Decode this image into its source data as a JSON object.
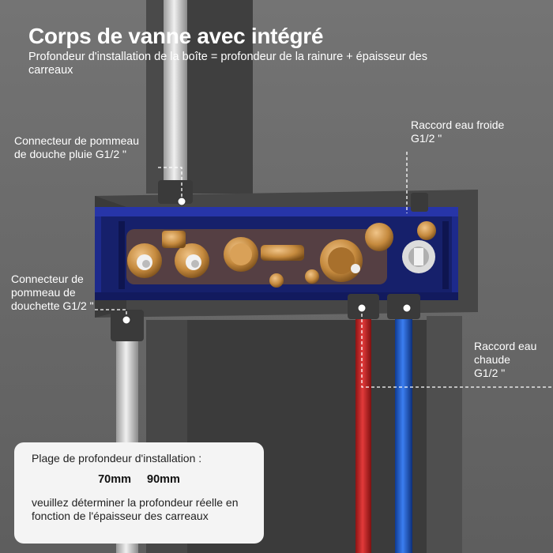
{
  "title": "Corps de vanne avec intégré",
  "subtitle": "Profondeur d'installation de la boîte = profondeur de la rainure + épaisseur des carreaux",
  "labels": {
    "rain_shower": "Connecteur de pommeau\nde douche pluie G1/2 \"",
    "hand_shower": "Connecteur de\npommeau de\ndouchette G1/2 \"",
    "cold_water": "Raccord eau froide\nG1/2 \"",
    "hot_water": "Raccord eau\nchaude\nG1/2 \""
  },
  "info_box": {
    "heading": "Plage de profondeur d'installation :",
    "depth_min": "70mm",
    "depth_max": "90mm",
    "note": "veuillez déterminer la profondeur réelle en fonction de l'épaisseur des carreaux"
  },
  "colors": {
    "background": "#6b6b6b",
    "wall_dark": "#3d3d3d",
    "box_blue": "#1d2a8c",
    "brass": "#c58a3e",
    "hot_pipe": "#d42a2a",
    "cold_pipe": "#1f5fd6",
    "silver_pipe": "#c9c9c9"
  }
}
